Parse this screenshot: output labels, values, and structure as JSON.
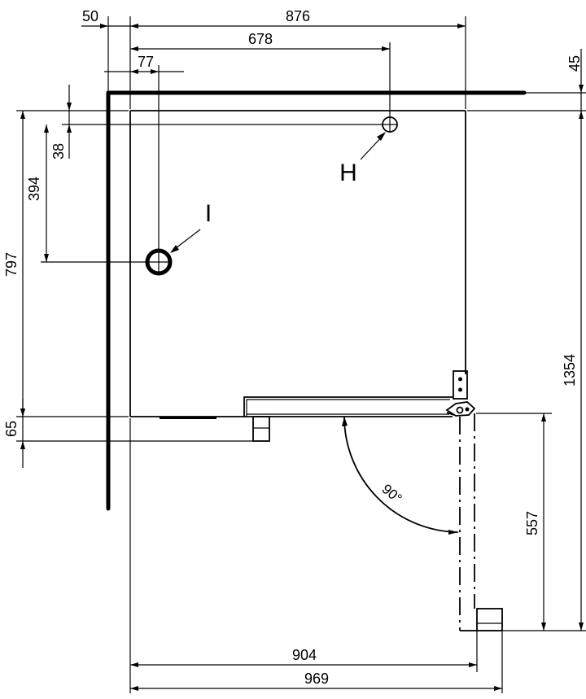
{
  "dimensions": {
    "wall_offset": "50",
    "total_width": "876",
    "h_distance": "678",
    "i_distance": "77",
    "top_offset_right": "45",
    "h_top_offset": "38",
    "i_top_offset": "394",
    "panel_depth": "797",
    "bottom_offset": "65",
    "total_height": "1354",
    "door_swing": "557",
    "bottom_width_inner": "904",
    "bottom_width_outer": "969"
  },
  "labels": {
    "outlet_h": "H",
    "outlet_i": "I",
    "door_angle": "90°"
  },
  "colors": {
    "line": "#000000",
    "background": "#ffffff"
  }
}
